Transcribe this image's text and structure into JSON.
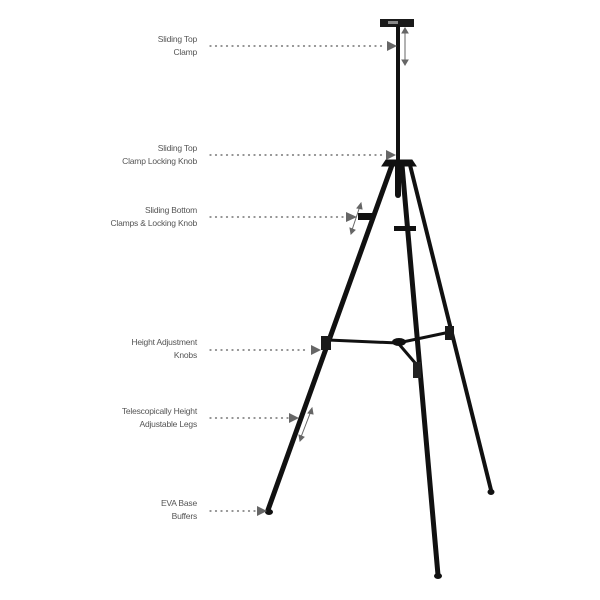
{
  "callouts": [
    {
      "line1": "Sliding Top",
      "line2": "Clamp"
    },
    {
      "line1": "Sliding Top",
      "line2": "Clamp Locking Knob"
    },
    {
      "line1": "Sliding Bottom",
      "line2": "Clamps & Locking Knob"
    },
    {
      "line1": "Height Adjustment",
      "line2": "Knobs"
    },
    {
      "line1": "Telescopically Height",
      "line2": "Adjustable Legs"
    },
    {
      "line1": "EVA Base",
      "line2": "Buffers"
    }
  ],
  "colors": {
    "easel": "#111111",
    "callout": "#555555",
    "arrow": "#666666"
  }
}
